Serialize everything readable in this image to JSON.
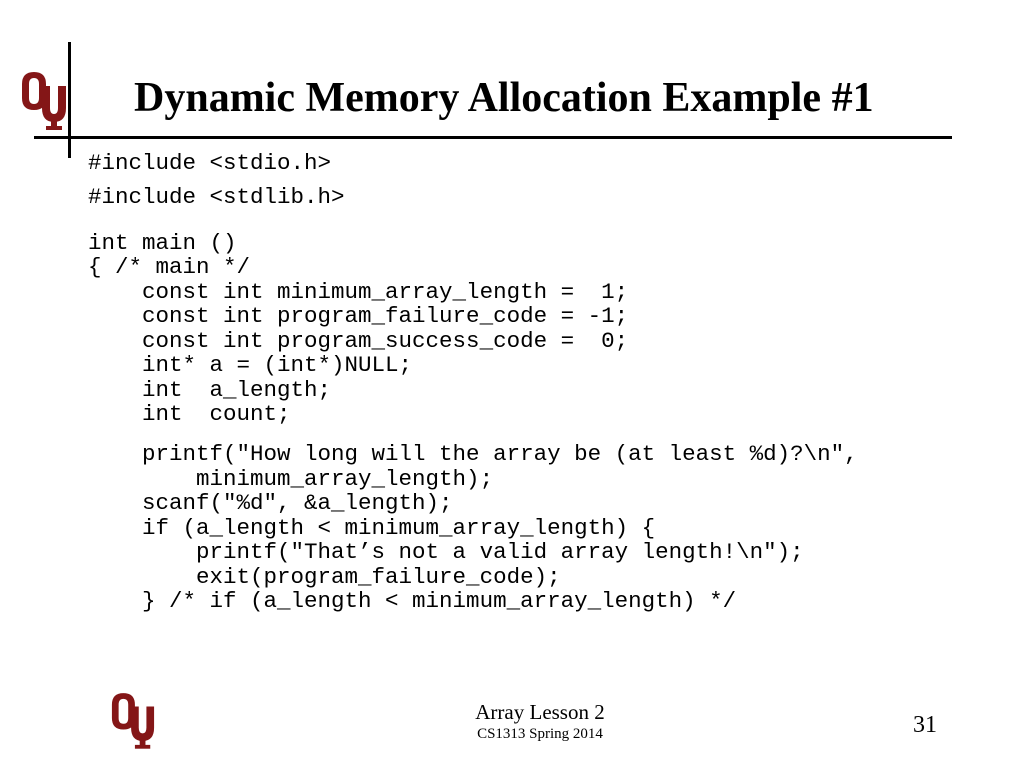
{
  "slide": {
    "title": "Dynamic Memory Allocation Example #1",
    "brand_color": "#841617",
    "code_lines": [
      "#include <stdio.h>",
      "#include <stdlib.h>",
      "int main ()",
      "{ /* main */",
      "    const int minimum_array_length =  1;",
      "    const int program_failure_code = -1;",
      "    const int program_success_code =  0;",
      "    int* a = (int*)NULL;",
      "    int  a_length;",
      "    int  count;",
      "    printf(\"How long will the array be (at least %d)?\\n\",",
      "        minimum_array_length);",
      "    scanf(\"%d\", &a_length);",
      "    if (a_length < minimum_array_length) {",
      "        printf(\"That’s not a valid array length!\\n\");",
      "        exit(program_failure_code);",
      "    } /* if (a_length < minimum_array_length) */"
    ]
  },
  "footer": {
    "lesson": "Array Lesson 2",
    "course": "CS1313 Spring 2014",
    "page_number": "31"
  },
  "icons": {
    "top_logo": "ou-logo-icon",
    "bottom_logo": "ou-logo-icon"
  }
}
